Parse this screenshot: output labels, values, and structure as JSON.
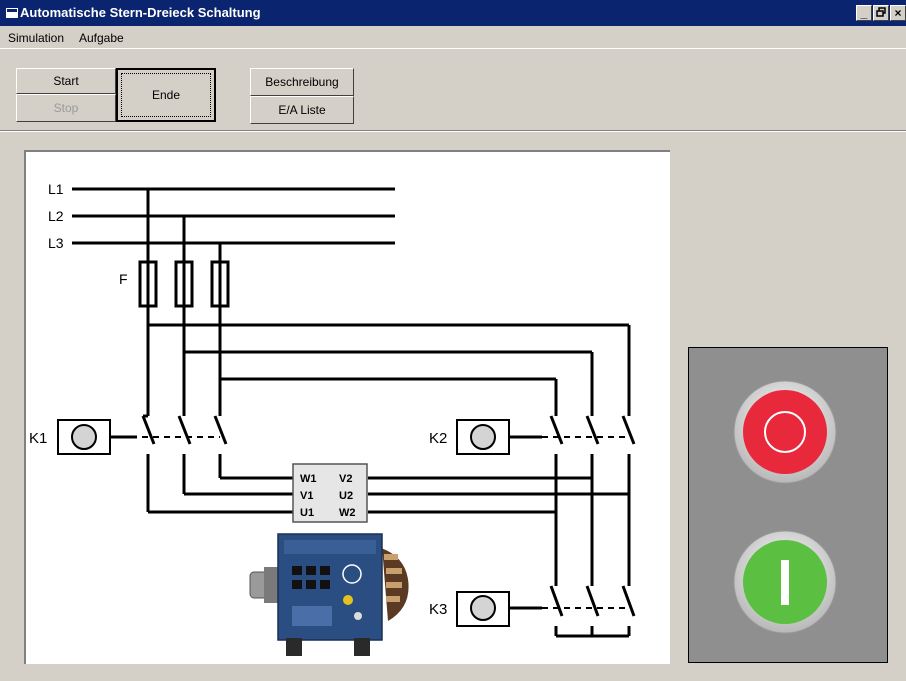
{
  "window": {
    "title": "Automatische Stern-Dreieck Schaltung",
    "minimize_label": "_",
    "restore_label": "·",
    "close_label": "×"
  },
  "menu": {
    "items": [
      "Simulation",
      "Aufgabe"
    ]
  },
  "toolbar": {
    "start": "Start",
    "stop": "Stop",
    "ende": "Ende",
    "beschreibung": "Beschreibung",
    "ea_liste": "E/A Liste"
  },
  "diagram": {
    "lines": [
      "L1",
      "L2",
      "L3"
    ],
    "fuse": "F",
    "contactors": [
      "K1",
      "K2",
      "K3"
    ],
    "terminals_left": [
      "W1",
      "V1",
      "U1"
    ],
    "terminals_right": [
      "V2",
      "U2",
      "W2"
    ]
  },
  "colors": {
    "titlebar": "#0a2470",
    "stop_button": "#e8293c",
    "start_button": "#5bbf41",
    "panel": "#8f8f8f"
  },
  "icons": {
    "stop": "stop-circle-icon",
    "start": "start-bar-icon",
    "motor": "motor-icon"
  }
}
